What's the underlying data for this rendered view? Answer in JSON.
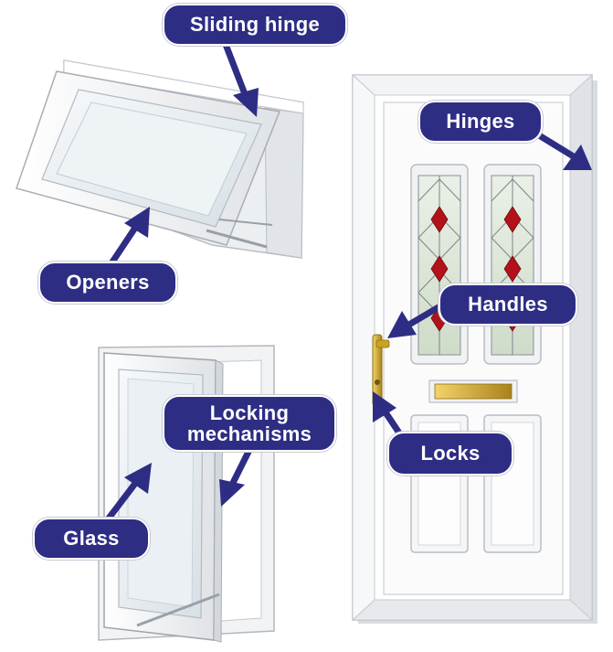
{
  "labels": {
    "sliding_hinge": "Sliding hinge",
    "hinges": "Hinges",
    "openers": "Openers",
    "handles": "Handles",
    "locking_line1": "Locking",
    "locking_line2": "mechanisms",
    "locks": "Locks",
    "glass": "Glass"
  },
  "colors": {
    "callout_fill": "#2e2d84",
    "callout_text": "#ffffff",
    "frame": "#f4f5f6",
    "frame_shade": "#d6d9dd",
    "glass": "#e6ecf0",
    "leaded_red": "#b3121b",
    "brass": "#c9a323"
  }
}
